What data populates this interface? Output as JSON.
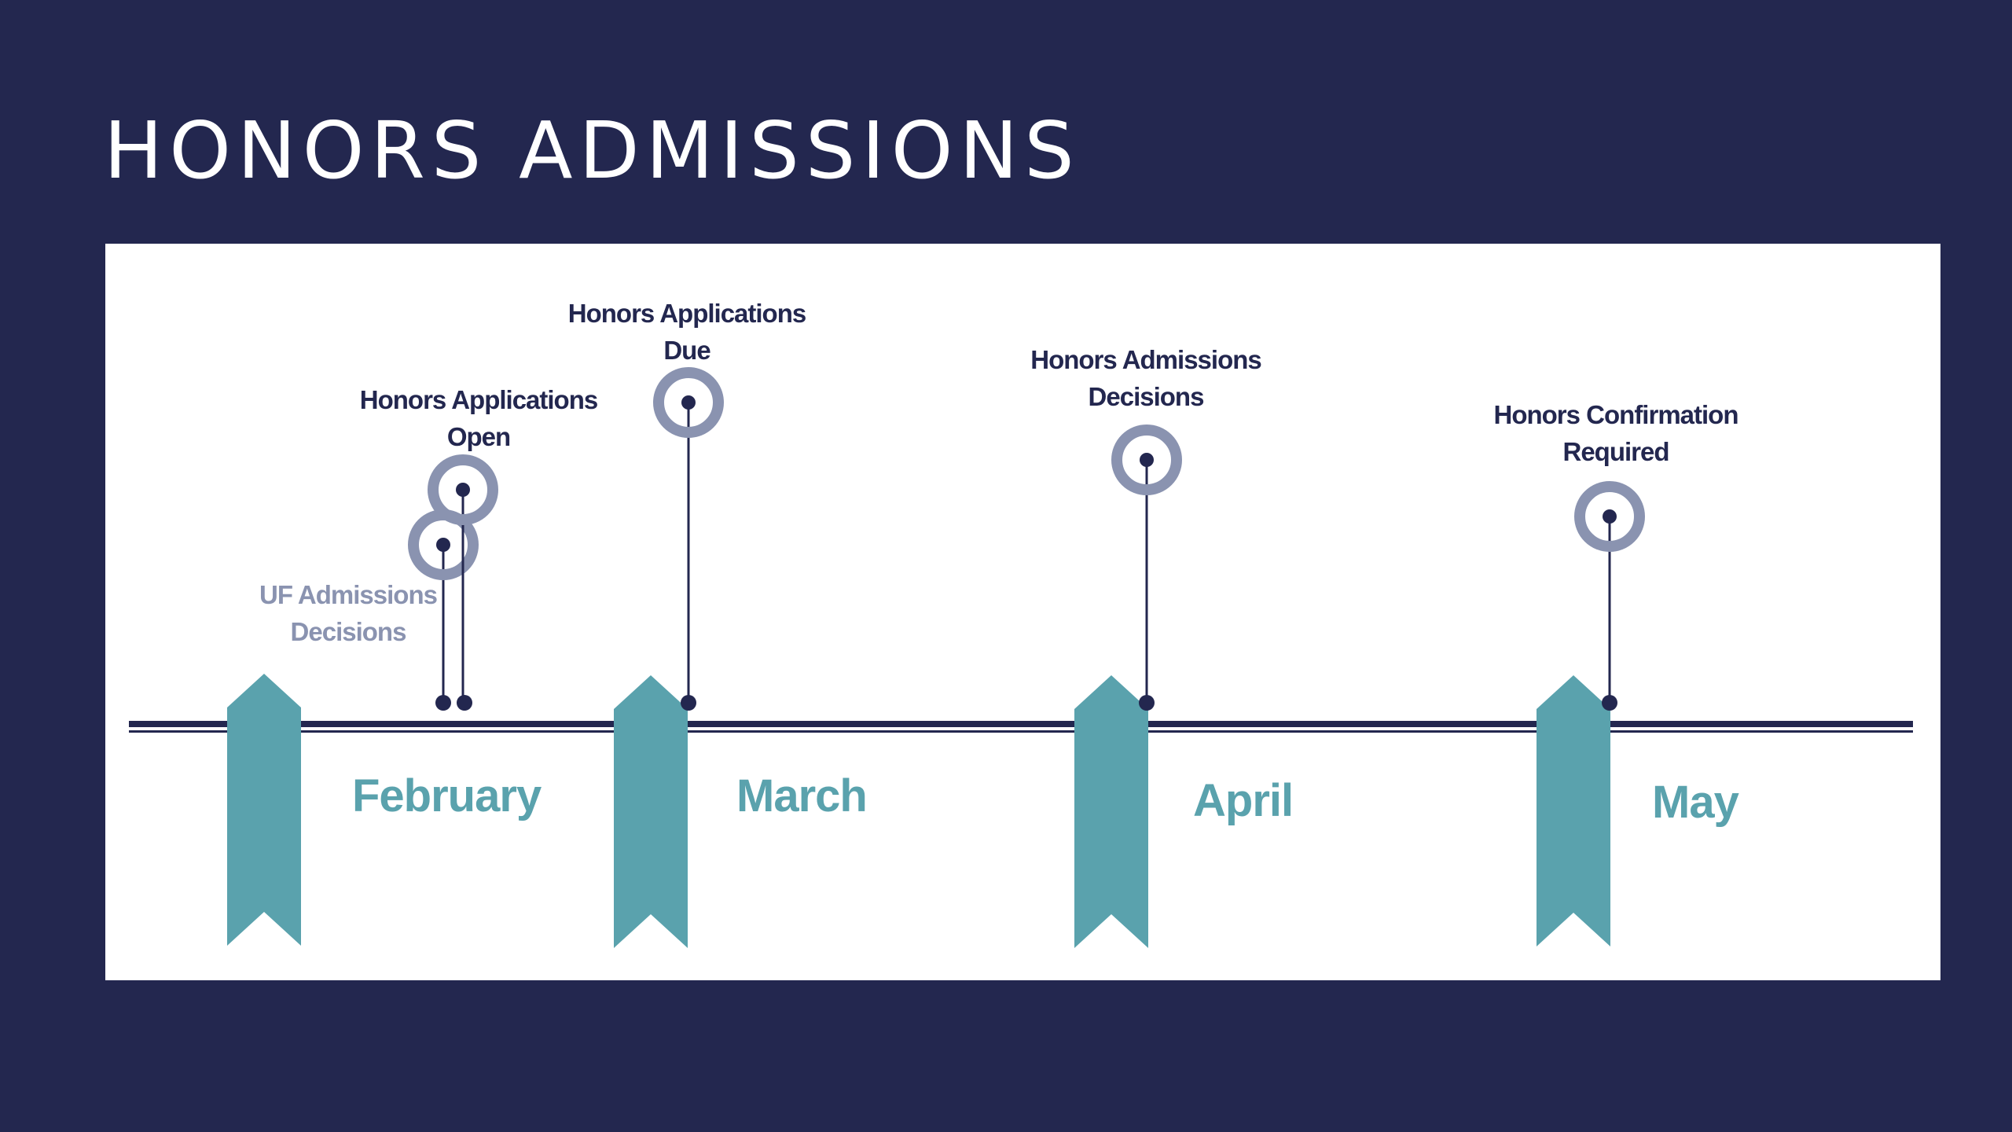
{
  "title": "HONORS ADMISSIONS",
  "colors": {
    "background": "#23274f",
    "panel": "#ffffff",
    "accent_teal": "#5aa2ad",
    "ring_gray": "#8a93b0",
    "ink_navy": "#23274f"
  },
  "months": [
    {
      "label": "February"
    },
    {
      "label": "March"
    },
    {
      "label": "April"
    },
    {
      "label": "May"
    }
  ],
  "events": [
    {
      "label": "UF Admissions\nDecisions",
      "month": "February",
      "style": "muted"
    },
    {
      "label": "Honors Applications\nOpen",
      "month": "February",
      "style": "normal"
    },
    {
      "label": "Honors Applications\nDue",
      "month": "March",
      "style": "normal"
    },
    {
      "label": "Honors Admissions\nDecisions",
      "month": "April",
      "style": "normal"
    },
    {
      "label": "Honors Confirmation\nRequired",
      "month": "May",
      "style": "normal"
    }
  ]
}
